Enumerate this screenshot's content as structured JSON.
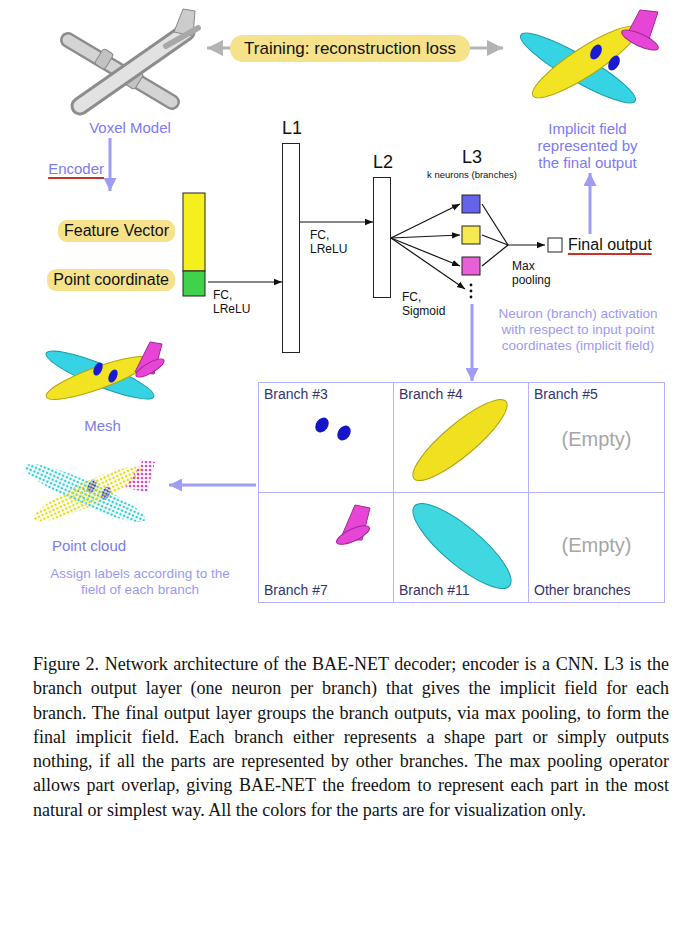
{
  "diagram": {
    "caption": "Figure 2. Network architecture of the BAE-NET decoder; encoder is a CNN. L3 is the branch output layer (one neuron per branch) that gives the implicit field for each branch. The final output layer groups the branch outputs, via max pooling, to form the final implicit field. Each branch either represents a shape part or simply outputs nothing, if all the parts are represented by other branches. The max pooling operator allows part overlap, giving BAE-NET the freedom to represent each part in the most natural or simplest way. All the colors for the parts are for visualization only.",
    "nodes": [
      {
        "text": [
          "Voxel Model"
        ]
      },
      {
        "text": [
          "Implicit field represented by the final output"
        ]
      },
      {
        "text": [
          "Feature Vector",
          "Point coordinate"
        ]
      },
      {
        "text": [
          "L1"
        ]
      },
      {
        "text": [
          "L2"
        ]
      },
      {
        "text": [
          "L3",
          "k neurons (branches)"
        ]
      },
      {
        "text": [
          "Final output"
        ]
      },
      {
        "text": [
          "Mesh"
        ]
      },
      {
        "text": [
          "Point cloud"
        ]
      },
      {
        "text": [
          "Branch #3"
        ]
      },
      {
        "text": [
          "Branch #4"
        ]
      },
      {
        "text": [
          "Branch #5",
          "(Empty)"
        ]
      },
      {
        "text": [
          "Branch #7"
        ]
      },
      {
        "text": [
          "Branch #11"
        ]
      },
      {
        "text": [
          "(Empty)",
          "Other branches"
        ]
      }
    ],
    "edges": [
      {
        "from": 0,
        "to": 1,
        "arrow": "both",
        "label": "Training: reconstruction loss"
      },
      {
        "from": 0,
        "to": 2,
        "arrow": "to",
        "label": "Encoder"
      },
      {
        "from": 2,
        "to": 3,
        "arrow": "to",
        "label": "FC, LReLU"
      },
      {
        "from": 3,
        "to": 4,
        "arrow": "to",
        "label": "FC, LReLU"
      },
      {
        "from": 4,
        "to": 5,
        "arrow": "to",
        "label": "FC, Sigmoid"
      },
      {
        "from": 5,
        "to": 6,
        "arrow": "to",
        "label": "Max pooling"
      },
      {
        "from": 6,
        "to": 1,
        "arrow": "to"
      },
      {
        "from": 5,
        "to": 10,
        "arrow": "to",
        "label": "Neuron (branch) activation with respect to input point coordinates (implicit field)"
      },
      {
        "from": 9,
        "to": 8,
        "arrow": "to",
        "label": "Assign labels according to the field of each branch"
      }
    ]
  }
}
